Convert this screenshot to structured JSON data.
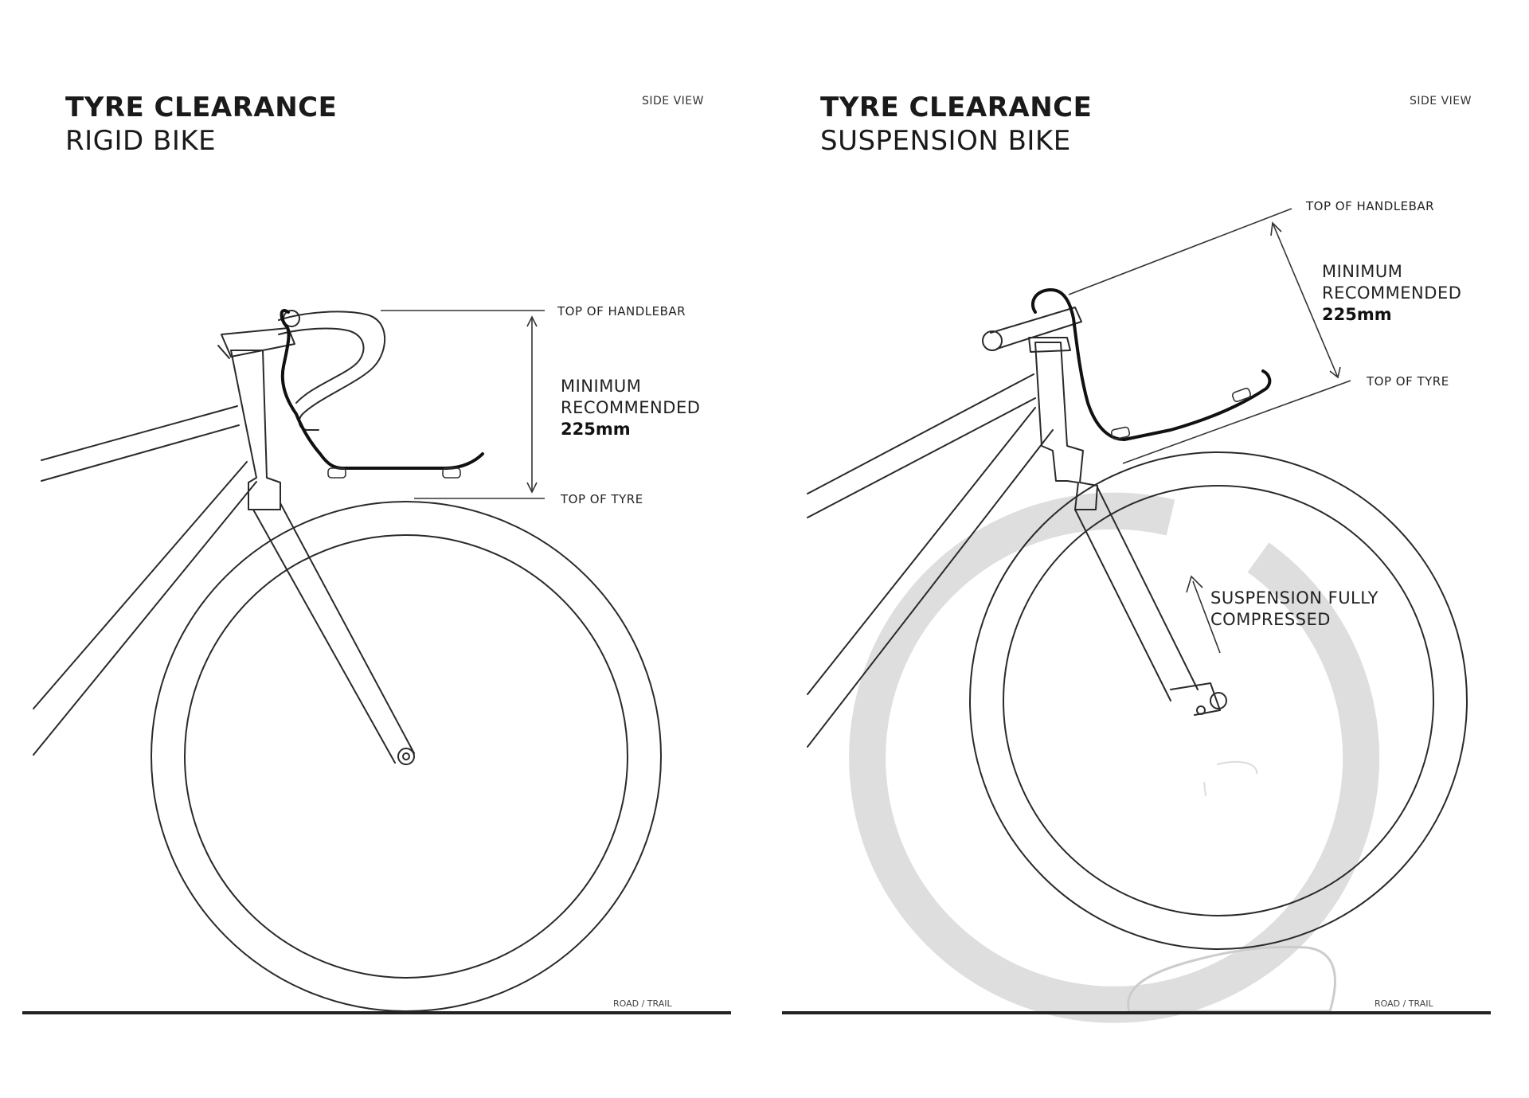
{
  "panels": [
    {
      "title": "TYRE CLEARANCE",
      "subtitle": "RIGID BIKE",
      "view_label": "SIDE VIEW",
      "top_label": "TOP OF HANDLEBAR",
      "bottom_label": "TOP OF TYRE",
      "min_line1": "MINIMUM",
      "min_line2": "RECOMMENDED",
      "min_value": "225mm",
      "ground_label": "ROAD / TRAIL"
    },
    {
      "title": "TYRE CLEARANCE",
      "subtitle": "SUSPENSION BIKE",
      "view_label": "SIDE VIEW",
      "top_label": "TOP OF HANDLEBAR",
      "bottom_label": "TOP OF TYRE",
      "min_line1": "MINIMUM",
      "min_line2": "RECOMMENDED",
      "min_value": "225mm",
      "compress_line1": "SUSPENSION FULLY",
      "compress_line2": "COMPRESSED",
      "ground_label": "ROAD / TRAIL"
    }
  ],
  "colors": {
    "line": "#2a2a2a",
    "ghost": "#d8d8d8",
    "background": "#ffffff"
  }
}
